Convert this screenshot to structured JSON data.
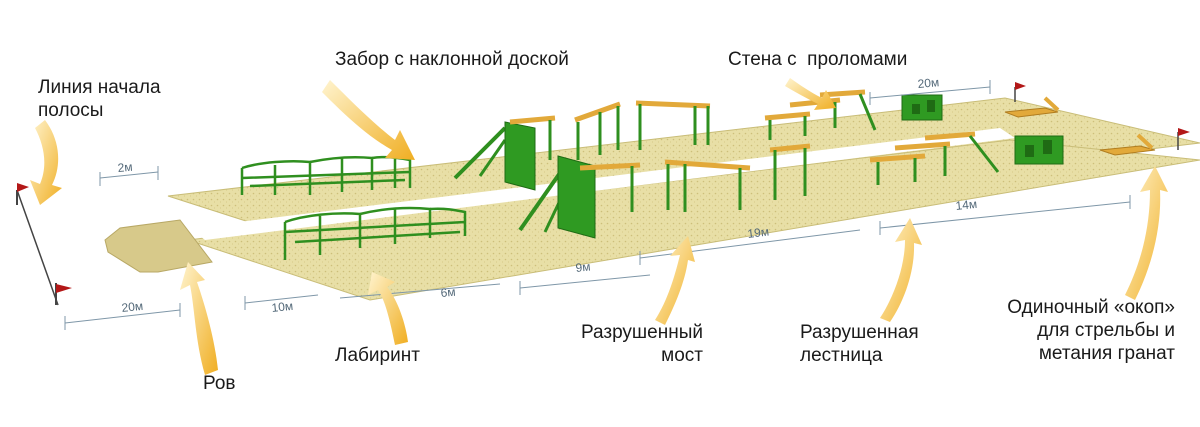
{
  "labels": {
    "start_line": "Линия начала\nполосы",
    "fence": "Забор с наклонной доской",
    "wall": "Стена с  проломами",
    "ditch": "Ров",
    "labyrinth": "Лабиринт",
    "bridge": "Разрушенный\nмост",
    "ladder": "Разрушенная\nлестница",
    "trench": "Одиночный «окоп»\nдля стрельбы и\nметания гранат"
  },
  "dimensions": {
    "d2": "2м",
    "d20_start": "20м",
    "d10": "10м",
    "d6": "6м",
    "d9": "9м",
    "d19": "19м",
    "d14": "14м",
    "d20_top": "20м"
  },
  "colors": {
    "ground": "#e6dca0",
    "ground_edge": "#c9bd78",
    "green": "#2f8f1f",
    "green_dark": "#1f6b14",
    "wood": "#e2a93a",
    "arrow": "#f2b52e",
    "flag": "#b31818",
    "dim_line": "#7f97a8"
  }
}
